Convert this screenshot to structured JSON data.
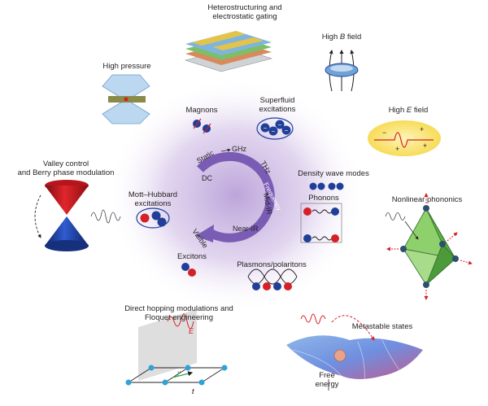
{
  "center": {
    "arc_label": "Frequency",
    "ticks": [
      "DC",
      "Static",
      "GHz",
      "THz",
      "Mid-IR",
      "Near-IR",
      "Visible"
    ]
  },
  "excitations": {
    "magnons": "Magnons",
    "superfluid": [
      "Superfluid",
      "excitations"
    ],
    "density_wave": "Density wave modes",
    "phonons": "Phonons",
    "mott": [
      "Mott–Hubbard",
      "excitations"
    ],
    "excitons": "Excitons",
    "plasmons": "Plasmons/polaritons"
  },
  "controls": {
    "hetero": [
      "Heterostructuring and",
      "electrostatic gating"
    ],
    "pressure": "High pressure",
    "b_field": [
      "High ",
      "B",
      " field"
    ],
    "e_field": [
      "High ",
      "E",
      " field"
    ],
    "valley": [
      "Valley control",
      "and Berry phase modulation"
    ],
    "nonlinear": "Nonlinear phononics",
    "floquet": [
      "Direct hopping modulations and",
      "Floquet engineering"
    ],
    "metastable": "Metastable states",
    "free_energy": [
      "Free",
      "energy"
    ],
    "floquet_E": "E",
    "floquet_t": "t",
    "floquet_tprime": "t'"
  },
  "colors": {
    "arrow": "#7b5cb5",
    "halo": "#b9a0d8",
    "electron": "#1f3f99",
    "hole": "#d42027",
    "cone_top": "#c7161d",
    "cone_bottom": "#1d3b9c",
    "octahedron": "#7cc35b"
  }
}
